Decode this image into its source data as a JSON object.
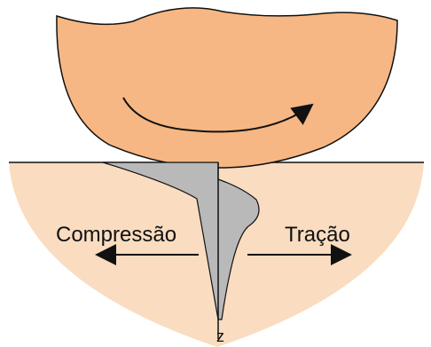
{
  "diagram": {
    "labels": {
      "compression": "Compressão",
      "tension": "Tração",
      "depth_axis": "z"
    },
    "colors": {
      "background": "#ffffff",
      "workpiece_fill": "#fadcc0",
      "tool_fill": "#f6b784",
      "stroke": "#111111",
      "stress_fill": "#b9b9b9"
    },
    "icons": {
      "rotation_arrow": "curved-arrow-icon",
      "compression_arrow": "arrow-left-icon",
      "tension_arrow": "arrow-right-icon"
    }
  }
}
